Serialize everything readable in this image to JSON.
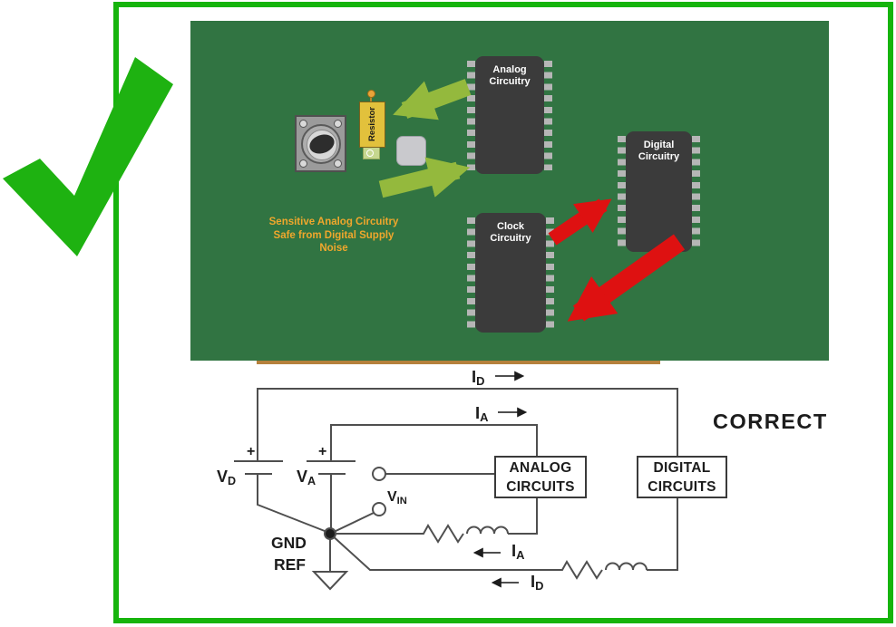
{
  "frame": {
    "color": "#16b40c"
  },
  "checkmark": {
    "color": "#1eb211"
  },
  "pcb": {
    "chips": [
      {
        "line1": "Analog",
        "line2": "Circuitry"
      },
      {
        "line1": "Clock",
        "line2": "Circuitry"
      },
      {
        "line1": "Digital",
        "line2": "Circuitry"
      }
    ],
    "resistor_label": "Resistor",
    "caption_lines": [
      "Sensitive Analog Circuitry",
      "Safe from Digital Supply",
      "Noise"
    ],
    "colors": {
      "board": "#317442",
      "board_edge": "#b5813c",
      "chip_body": "#3b3b3b",
      "chip_pin": "#b6b6b6",
      "analog_arrow": "#94b93d",
      "digital_arrow": "#de1111",
      "caption": "#f0a72c"
    }
  },
  "schematic": {
    "sources": {
      "plus": "+",
      "vd_main": "V",
      "vd_sub": "D",
      "va_main": "V",
      "va_sub": "A"
    },
    "input": {
      "vin_main": "V",
      "vin_sub": "IN"
    },
    "ground": {
      "line1": "GND",
      "line2": "REF"
    },
    "currents": {
      "id_main": "I",
      "id_sub": "D",
      "ia_main": "I",
      "ia_sub": "A"
    },
    "boxes": {
      "analog": [
        "ANALOG",
        "CIRCUITS"
      ],
      "digital": [
        "DIGITAL",
        "CIRCUITS"
      ]
    },
    "verdict": "CORRECT",
    "colors": {
      "wire": "#4f4f4f",
      "text": "#1c1c1c"
    }
  }
}
